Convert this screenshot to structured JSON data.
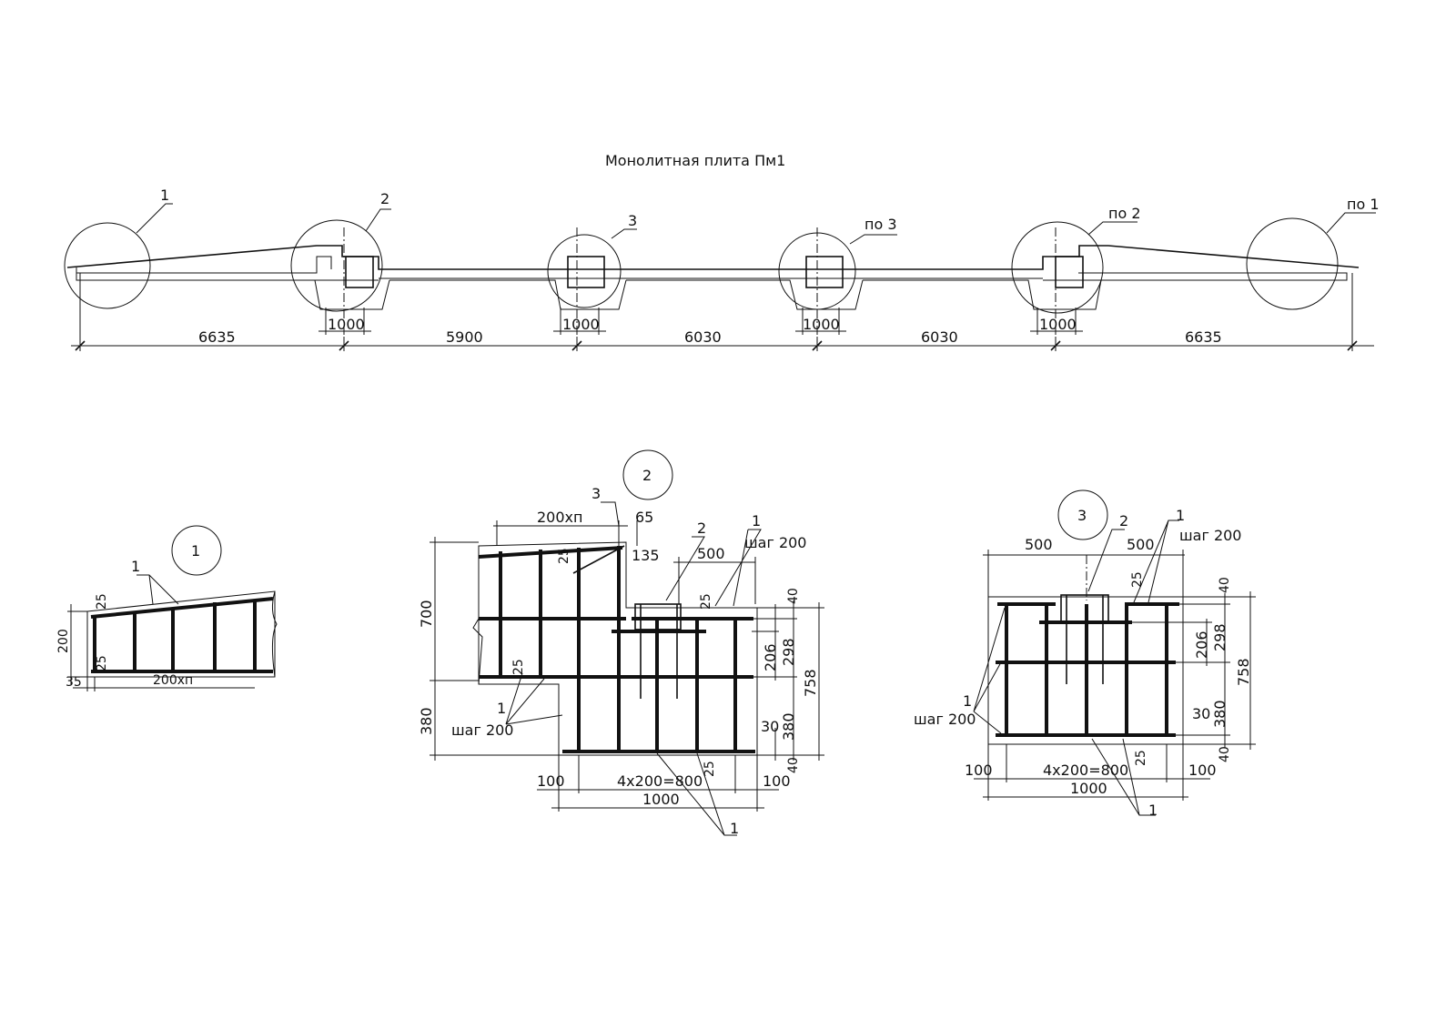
{
  "title": "Монолитная плита Пм1",
  "callouts": {
    "c1": "1",
    "c2": "2",
    "c3": "3",
    "c4": "по 3",
    "c5": "по 2",
    "c6": "по 1"
  },
  "spans": [
    "6635",
    "5900",
    "6030",
    "6030",
    "6635"
  ],
  "col_widths": [
    "1000",
    "1000",
    "1000",
    "1000"
  ],
  "detail1": {
    "label": "1",
    "leader": "1",
    "dim_200": "200",
    "dim_25a": "25",
    "dim_25b": "25",
    "dim_35": "35",
    "dim_step": "200хп"
  },
  "detail2": {
    "label": "2",
    "l3": "3",
    "l2": "2",
    "l1a": "1",
    "l1b": "1",
    "l1c": "1",
    "step_a": "шаг 200",
    "step_b": "шаг 200",
    "d200xn": "200хп",
    "d65": "65",
    "d135": "135",
    "d500": "500",
    "d25a": "25",
    "d25b": "25",
    "d25c": "25",
    "d25d": "25",
    "d700": "700",
    "d380l": "380",
    "d40a": "40",
    "d206": "206",
    "d298": "298",
    "d758": "758",
    "d30": "30",
    "d380r": "380",
    "d40b": "40",
    "d100l": "100",
    "d800": "4х200=800",
    "d100r": "100",
    "d1000": "1000"
  },
  "detail3": {
    "label": "3",
    "l2": "2",
    "l1a": "1",
    "l1b": "1",
    "l1c": "1",
    "step_a": "шаг 200",
    "step_b": "шаг 200",
    "d500a": "500",
    "d500b": "500",
    "d25a": "25",
    "d25b": "25",
    "d40a": "40",
    "d206": "206",
    "d298": "298",
    "d758": "758",
    "d30": "30",
    "d380": "380",
    "d40b": "40",
    "d100l": "100",
    "d800": "4х200=800",
    "d100r": "100",
    "d1000": "1000"
  }
}
